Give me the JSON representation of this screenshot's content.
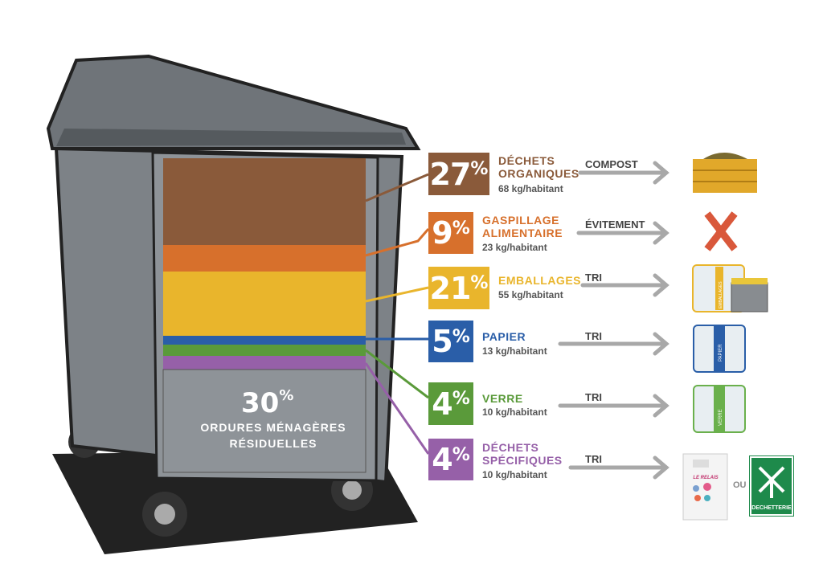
{
  "residual": {
    "percent": "30",
    "percent_sign": "%",
    "label_line1": "ORDURES MÉNAGÈRES",
    "label_line2": "RÉSIDUELLES"
  },
  "categories": [
    {
      "percent": "27",
      "name_line1": "DÉCHETS",
      "name_line2": "ORGANIQUES",
      "kg": "68 kg/habitant",
      "action": "COMPOST",
      "color": "#8a5a3a"
    },
    {
      "percent": "9",
      "name_line1": "GASPILLAGE",
      "name_line2": "ALIMENTAIRE",
      "kg": "23 kg/habitant",
      "action": "ÉVITEMENT",
      "color": "#d7702c"
    },
    {
      "percent": "21",
      "name_line1": "EMBALLAGES",
      "name_line2": "",
      "kg": "55 kg/habitant",
      "action": "TRI",
      "color": "#e9b52c"
    },
    {
      "percent": "5",
      "name_line1": "PAPIER",
      "name_line2": "",
      "kg": "13 kg/habitant",
      "action": "TRI",
      "color": "#2a5ea8"
    },
    {
      "percent": "4",
      "name_line1": "VERRE",
      "name_line2": "",
      "kg": "10 kg/habitant",
      "action": "TRI",
      "color": "#5a9a3a"
    },
    {
      "percent": "4",
      "name_line1": "DÉCHETS",
      "name_line2": "SPÉCIFIQUES",
      "kg": "10 kg/habitant",
      "action": "TRI",
      "color": "#9660a8"
    }
  ],
  "pct_sign": "%",
  "icons": {
    "compost": "compost-crate-icon",
    "avoid": "red-x-icon",
    "packaging": "yellow-bin-icon",
    "paper": "paper-column-icon",
    "paper_label": "PAPIER",
    "packaging_label": "EMBALLAGES",
    "glass": "glass-column-icon",
    "glass_label": "VERRE",
    "textile": "le-relais-container-icon",
    "textile_label": "LE RELAIS",
    "or": "OU",
    "dump": "dechetterie-sign-icon",
    "dump_label": "DECHETTERIE"
  }
}
